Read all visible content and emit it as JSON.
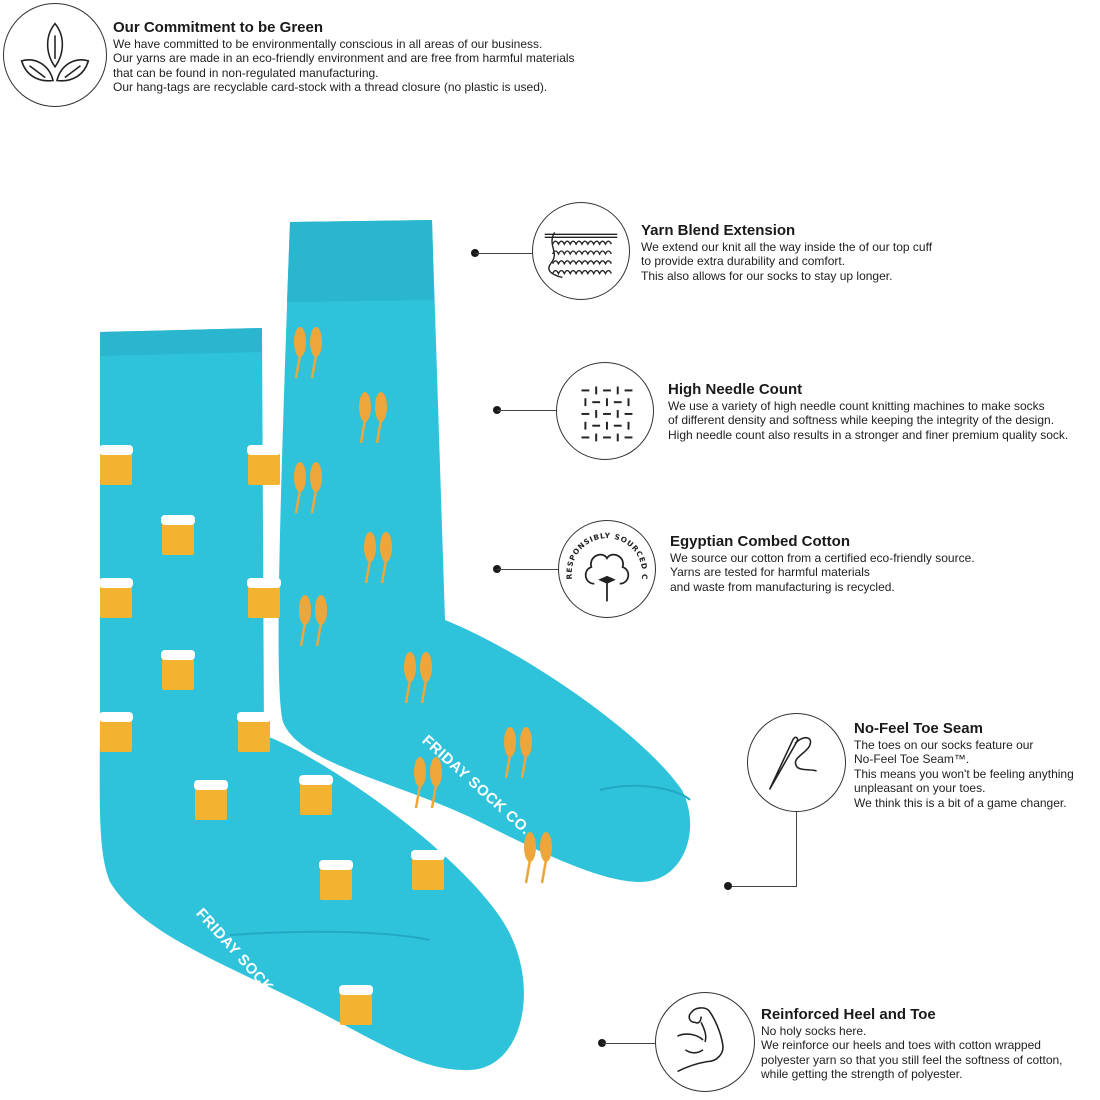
{
  "colors": {
    "sock": "#2ec3da",
    "sock_shadow": "#22a9c1",
    "beer": "#f2b430",
    "foam": "#ffffff",
    "wheat": "#eea63a"
  },
  "brand": "FRIDAY SOCK CO.",
  "green": {
    "title": "Our Commitment to be Green",
    "lines": [
      "We have committed to be environmentally conscious in all areas of our business.",
      "Our yarns are made in an eco-friendly environment and are free from harmful materials",
      "that can be found in non-regulated manufacturing.",
      "Our hang-tags are recyclable card-stock with a thread closure (no plastic is used)."
    ]
  },
  "features": [
    {
      "icon": "knit-icon",
      "title": "Yarn Blend Extension",
      "lines": [
        "We extend our knit all the way inside the of our top cuff",
        "to provide extra durability and comfort.",
        "This also allows for our socks to stay up longer."
      ]
    },
    {
      "icon": "weave-icon",
      "title": "High Needle Count",
      "lines": [
        "We use a variety of high needle count knitting machines to make socks",
        "of different density and softness while keeping the integrity of the design.",
        "High needle count also results in a stronger and finer premium quality sock."
      ]
    },
    {
      "icon": "cotton-icon",
      "title": "Egyptian Combed Cotton",
      "badge": "RESPONSIBLY SOURCED COTTON",
      "lines": [
        "We source our cotton from a certified eco-friendly source.",
        "Yarns are tested for harmful materials",
        "and waste from manufacturing is recycled."
      ]
    },
    {
      "icon": "needle-thread-icon",
      "title": "No-Feel Toe Seam",
      "lines": [
        "The toes on our socks feature our",
        "No-Feel Toe Seam™.",
        "This means you won't be feeling anything",
        "unpleasant on your toes.",
        "We think this is a bit of a game changer."
      ]
    },
    {
      "icon": "flexed-arm-icon",
      "title": "Reinforced Heel and Toe",
      "lines": [
        "No holy socks here.",
        "We reinforce our heels and toes with cotton wrapped",
        "polyester yarn so that you still feel the softness of cotton,",
        "while getting the strength of polyester."
      ]
    }
  ]
}
